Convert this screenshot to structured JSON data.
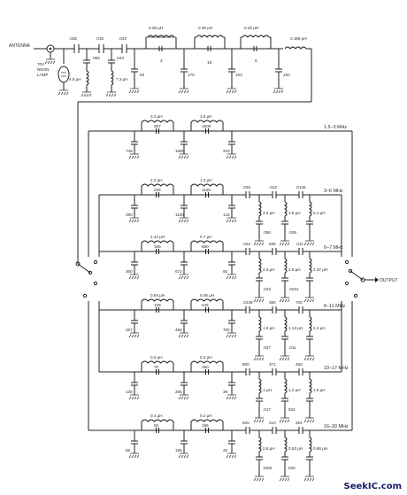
{
  "source_labels": {
    "antenna": "ANTENNA",
    "neon_lamp": [
      "70V",
      "NEON",
      "LAMP"
    ],
    "output": "OUTPUT"
  },
  "input_filter": {
    "series_caps": [
      ".025",
      ".015",
      ".043"
    ],
    "shunt_caps": [
      ".082",
      ".024",
      "63",
      "170",
      "163",
      "150"
    ],
    "shunt_inductors": [
      "4.5 μH",
      "7.3 μH"
    ],
    "series_inductors": [
      "0.38 μH",
      "0.39 μH",
      "0.42 μH",
      "0.188 μH"
    ],
    "tank_caps": [
      "3",
      "18",
      "6"
    ]
  },
  "bands": [
    {
      "label": "1.5–3 MHz",
      "inductors": [
        "3.3 μH",
        "1.6 μH"
      ],
      "tank_caps": [
        "387",
        "1600"
      ],
      "shunt_caps": [
        "748",
        "1680",
        "210"
      ]
    },
    {
      "label": "3–6 MHz",
      "inductors": [
        "2.2 μH",
        "1.3 μH"
      ],
      "tank_caps": [
        "225",
        "1100"
      ],
      "shunt_caps": [
        "490",
        "1100",
        "142"
      ],
      "series_caps": [
        ".028",
        ".012",
        ".0145"
      ],
      "notch_inductors": [
        "3.5 μH",
        "3.8 μH",
        "5.1 μH"
      ],
      "notch_caps": [
        ".056",
        ".029"
      ]
    },
    {
      "label": "6–7 MHz",
      "inductors": [
        "1.44 μH",
        "0.7 μH"
      ],
      "tank_caps": [
        "166",
        "680"
      ],
      "shunt_caps": [
        "360",
        "672",
        "92"
      ],
      "series_caps": [
        ".022",
        "930",
        ".011"
      ],
      "notch_inductors": [
        "2.6 μH",
        "2.8 μH",
        "2.37 μH"
      ],
      "notch_caps": [
        ".043",
        ".0231"
      ]
    },
    {
      "label": "6–11 MHz",
      "inductors": [
        "0.94 μH",
        "0.46 μH"
      ],
      "tank_caps": [
        "108",
        "445"
      ],
      "shunt_caps": [
        "257",
        "458",
        "700"
      ],
      "series_caps": [
        ".0135",
        "380",
        "700"
      ],
      "notch_inductors": [
        "1.6 μH",
        "1.14 μH",
        "2.4 μH"
      ],
      "notch_caps": [
        ".027",
        ".011"
      ]
    },
    {
      "label": "10–17 MHz",
      "inductors": [
        "0.6 μH",
        "0.3 μH"
      ],
      "tank_caps": [
        "70",
        "290"
      ],
      "shunt_caps": [
        "136",
        "285",
        "39"
      ],
      "series_caps": [
        "900",
        "371",
        "450"
      ],
      "notch_inductors": [
        "1 μH",
        "1.2 μH",
        "1.5 μH"
      ],
      "notch_caps": [
        ".017",
        "932"
      ]
    },
    {
      "label": "16–30 MHz",
      "inductors": [
        "0.4 μH",
        "0.2 μH"
      ],
      "tank_caps": [
        "50",
        "186"
      ],
      "shunt_caps": [
        "88",
        "186",
        "25"
      ],
      "series_caps": [
        "500",
        "210",
        "254"
      ],
      "notch_inductors": [
        "0.6 μH",
        "0.63 μH",
        "0.86 μH"
      ],
      "notch_caps": [
        "1000",
        "530"
      ]
    }
  ],
  "watermark": "SeekIC.com"
}
